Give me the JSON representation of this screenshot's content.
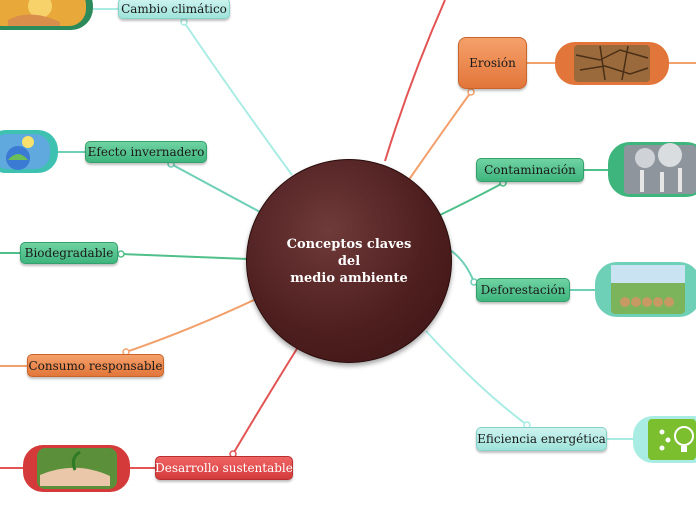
{
  "center": {
    "label": "Conceptos claves del\nmedio ambiente"
  },
  "nodes": {
    "cambio_climatico": "Cambio climático",
    "efecto_invernadero": "Efecto invernadero",
    "biodegradable": "Biodegradable",
    "consumo_responsable": "Consumo responsable",
    "desarrollo_sustentable": "Desarrollo sustentable",
    "erosion": "Erosión",
    "contaminacion": "Contaminación",
    "deforestacion": "Deforestación",
    "eficiencia_energetica": "Eficiencia energética"
  },
  "colors": {
    "teal_light": "#9fe3da",
    "green": "#3fb57e",
    "orange": "#e2763a",
    "red": "#d43a3a",
    "center": "#4f1f1f"
  }
}
